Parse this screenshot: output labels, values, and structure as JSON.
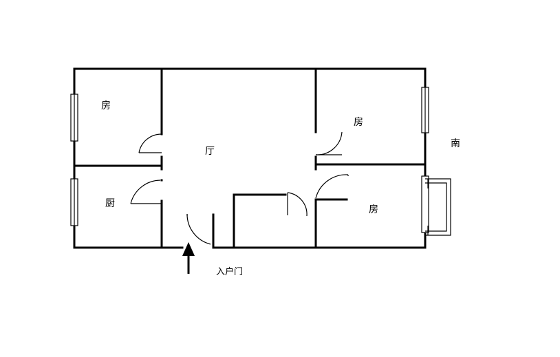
{
  "rooms": {
    "bedroom_top_left": "房",
    "living_room": "厅",
    "bedroom_top_right": "房",
    "kitchen": "厨",
    "bedroom_bottom_right": "房"
  },
  "orientation_label": "南",
  "entrance_label": "入户门",
  "colors": {
    "wall": "#000000",
    "background": "#ffffff"
  }
}
